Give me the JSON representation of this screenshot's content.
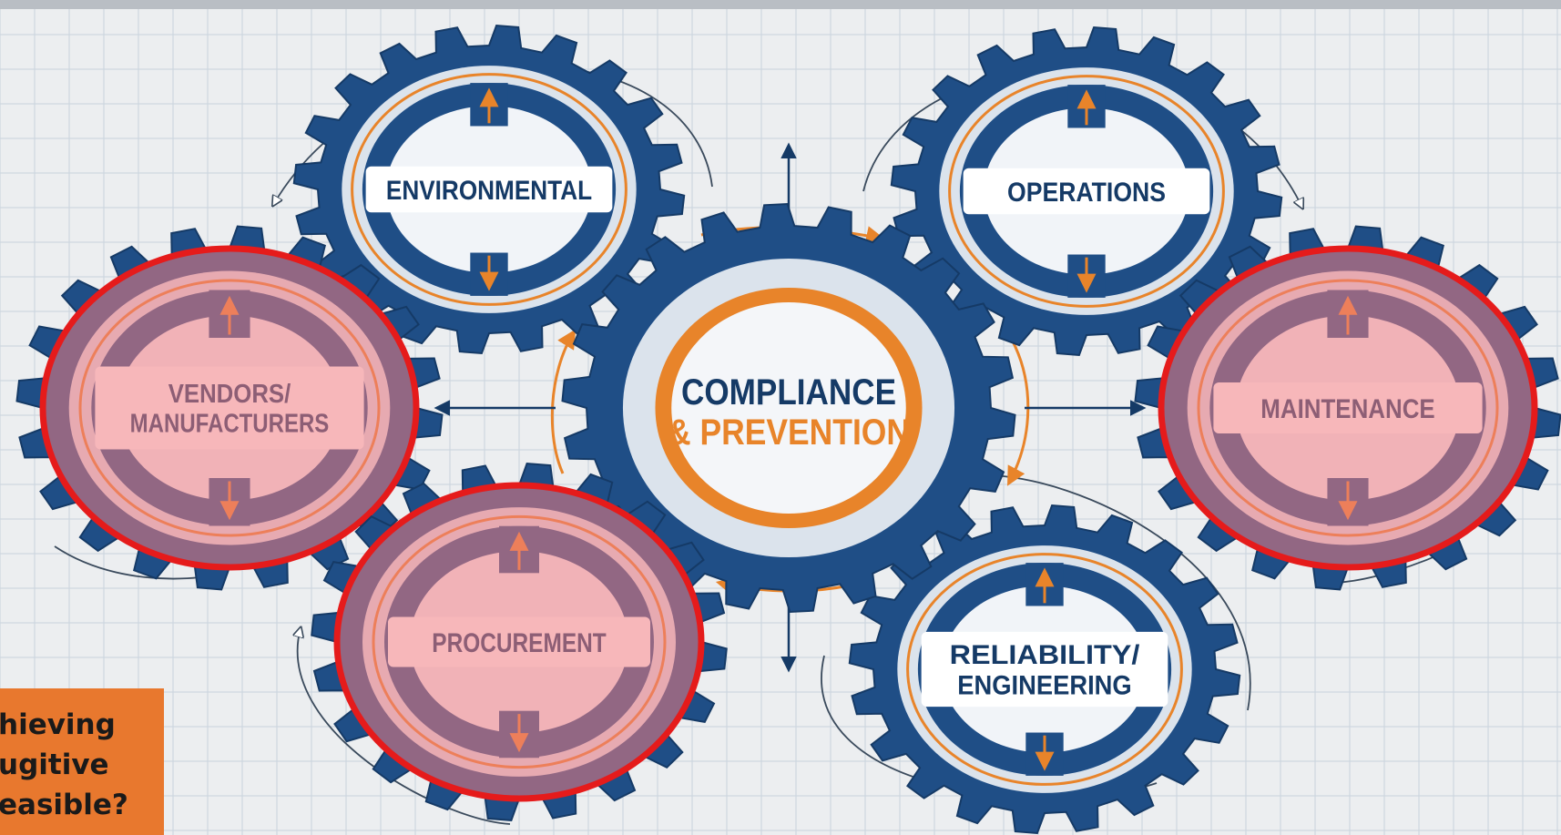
{
  "diagram": {
    "center": {
      "line1": "COMPLIANCE",
      "line2": "& PREVENTION"
    },
    "gears": [
      {
        "id": "environmental",
        "lines": [
          "ENVIRONMENTAL"
        ],
        "highlighted": false
      },
      {
        "id": "operations",
        "lines": [
          "OPERATIONS"
        ],
        "highlighted": false
      },
      {
        "id": "vendors",
        "lines": [
          "VENDORS/",
          "MANUFACTURERS"
        ],
        "highlighted": true
      },
      {
        "id": "maintenance",
        "lines": [
          "MAINTENANCE"
        ],
        "highlighted": true
      },
      {
        "id": "procurement",
        "lines": [
          "PROCUREMENT"
        ],
        "highlighted": true
      },
      {
        "id": "reliability",
        "lines": [
          "RELIABILITY/",
          "ENGINEERING"
        ],
        "highlighted": false
      }
    ]
  },
  "callout": {
    "lines": [
      "hieving",
      "ugitive",
      "easible?"
    ]
  },
  "colors": {
    "gear_blue": "#1f4e86",
    "gear_dark": "#153a66",
    "accent_orange": "#e8842a",
    "highlight_red": "#e51b1b",
    "highlight_fill": "#f07c82",
    "callout_bg": "#e8782e",
    "grid_line": "#c9d3dd"
  }
}
